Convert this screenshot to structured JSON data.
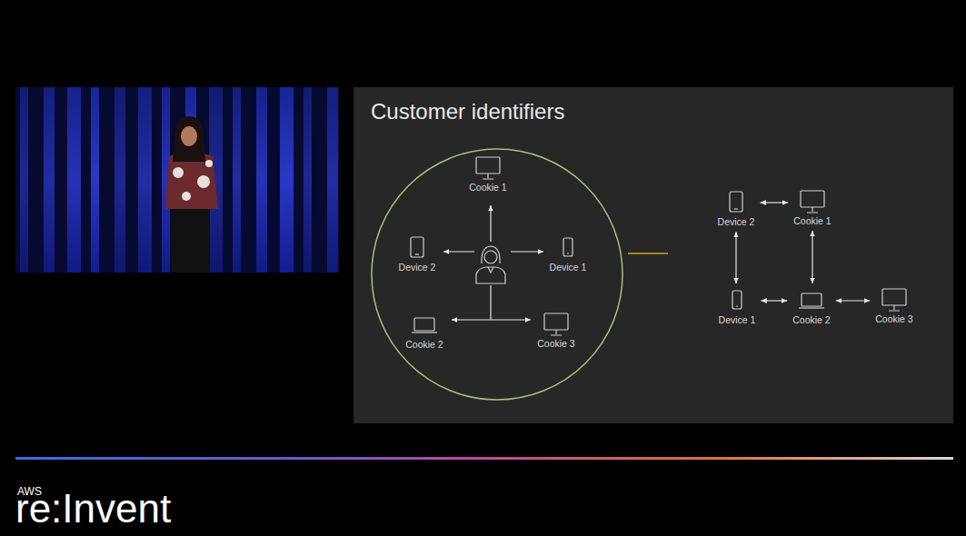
{
  "diagram": {
    "title": "Customer identifiers",
    "nodes": [
      {
        "text": [
          "Cookie 1"
        ]
      },
      {
        "text": [
          "Device 2"
        ]
      },
      {
        "text": [
          "Device 1"
        ]
      },
      {
        "text": [
          "Cookie 2"
        ]
      },
      {
        "text": [
          "Cookie 3"
        ]
      },
      {
        "text": [
          "Device 2"
        ]
      },
      {
        "text": [
          "Cookie 1"
        ]
      },
      {
        "text": [
          "Device 1"
        ]
      },
      {
        "text": [
          "Cookie 2"
        ]
      },
      {
        "text": [
          "Cookie 3"
        ]
      }
    ],
    "edges": [
      {
        "from": 5,
        "to": 6,
        "arrow": "both"
      },
      {
        "from": 5,
        "to": 7,
        "arrow": "both"
      },
      {
        "from": 6,
        "to": 8,
        "arrow": "both"
      },
      {
        "from": 7,
        "to": 8,
        "arrow": "both"
      },
      {
        "from": 8,
        "to": 9,
        "arrow": "both"
      }
    ],
    "labels": [
      "AWS",
      "re:Invent"
    ]
  }
}
